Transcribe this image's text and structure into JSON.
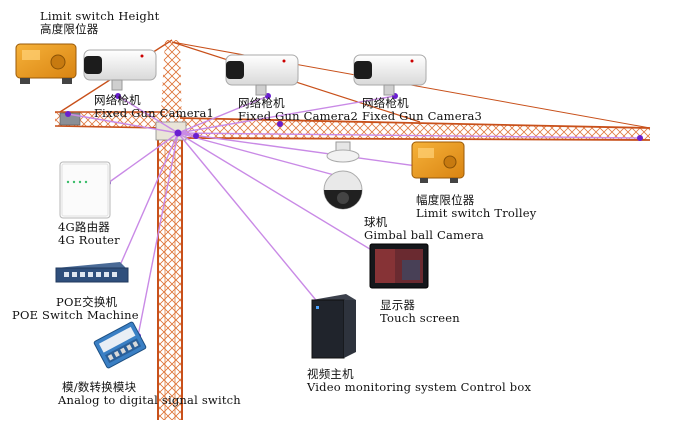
{
  "labels": {
    "limit_height": {
      "en": "Limit switch Height",
      "zh": "高度限位器"
    },
    "cam1": {
      "zh": "网络枪机",
      "en": "Fixed Gun Camera1"
    },
    "cam2": {
      "zh": "网络枪机",
      "en": "Fixed Gun Camera2"
    },
    "cam3": {
      "zh": "网络枪机",
      "en": "Fixed Gun Camera3"
    },
    "router": {
      "zh": "4G路由器",
      "en": "4G Router"
    },
    "poe": {
      "zh": "POE交换机",
      "en": "POE Switch Machine"
    },
    "adc": {
      "zh": "模/数转换模块",
      "en": "Analog to digital signal switch"
    },
    "dvr": {
      "zh": "视频主机",
      "en": "Video monitoring system Control box"
    },
    "screen": {
      "zh": "显示器",
      "en": "Touch screen"
    },
    "ptz": {
      "zh": "球机",
      "en": "Gimbal ball Camera"
    },
    "trolley": {
      "zh": "幅度限位器",
      "en": "Limit switch Trolley"
    }
  },
  "colors": {
    "link": "#c98ae6",
    "node": "#6a1fd0",
    "crane": "#d9611f",
    "limit_switch": "#f0a020",
    "camera_body": "#f4f4f4",
    "device_dark": "#2a2f3a"
  }
}
